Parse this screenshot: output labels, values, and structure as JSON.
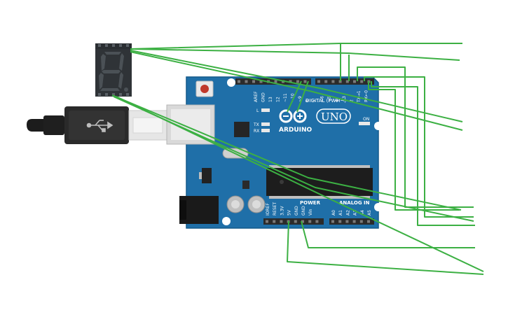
{
  "board": {
    "brand": "ARDUINO",
    "model": "UNO",
    "digital_label": "DIGITAL (PWM~)",
    "power_label": "POWER",
    "analog_label": "ANALOG IN",
    "led_l": "L",
    "led_tx": "TX",
    "led_rx": "RX",
    "on_label": "ON",
    "digital_pins": [
      "AREF",
      "GND",
      "13",
      "12",
      "~11",
      "~10",
      "~9",
      "8",
      "7",
      "~6",
      "~5",
      "4",
      "~3",
      "2",
      "TX→1",
      "RX←0"
    ],
    "power_pins": [
      "IOREF",
      "RESET",
      "3.3V",
      "5V",
      "GND",
      "GND",
      "Vin"
    ],
    "analog_pins": [
      "A0",
      "A1",
      "A2",
      "A3",
      "A4",
      "A5"
    ]
  },
  "display": {
    "digit": "8."
  },
  "colors": {
    "board": "#1f6fa8",
    "board_edge": "#155a8a",
    "wire": "#3cb043",
    "header": "#2b2b2b",
    "display_body": "#2f3337",
    "segment_off": "#4b5156",
    "usb_shell": "#cfcfcf",
    "reset_button": "#c0392b"
  }
}
